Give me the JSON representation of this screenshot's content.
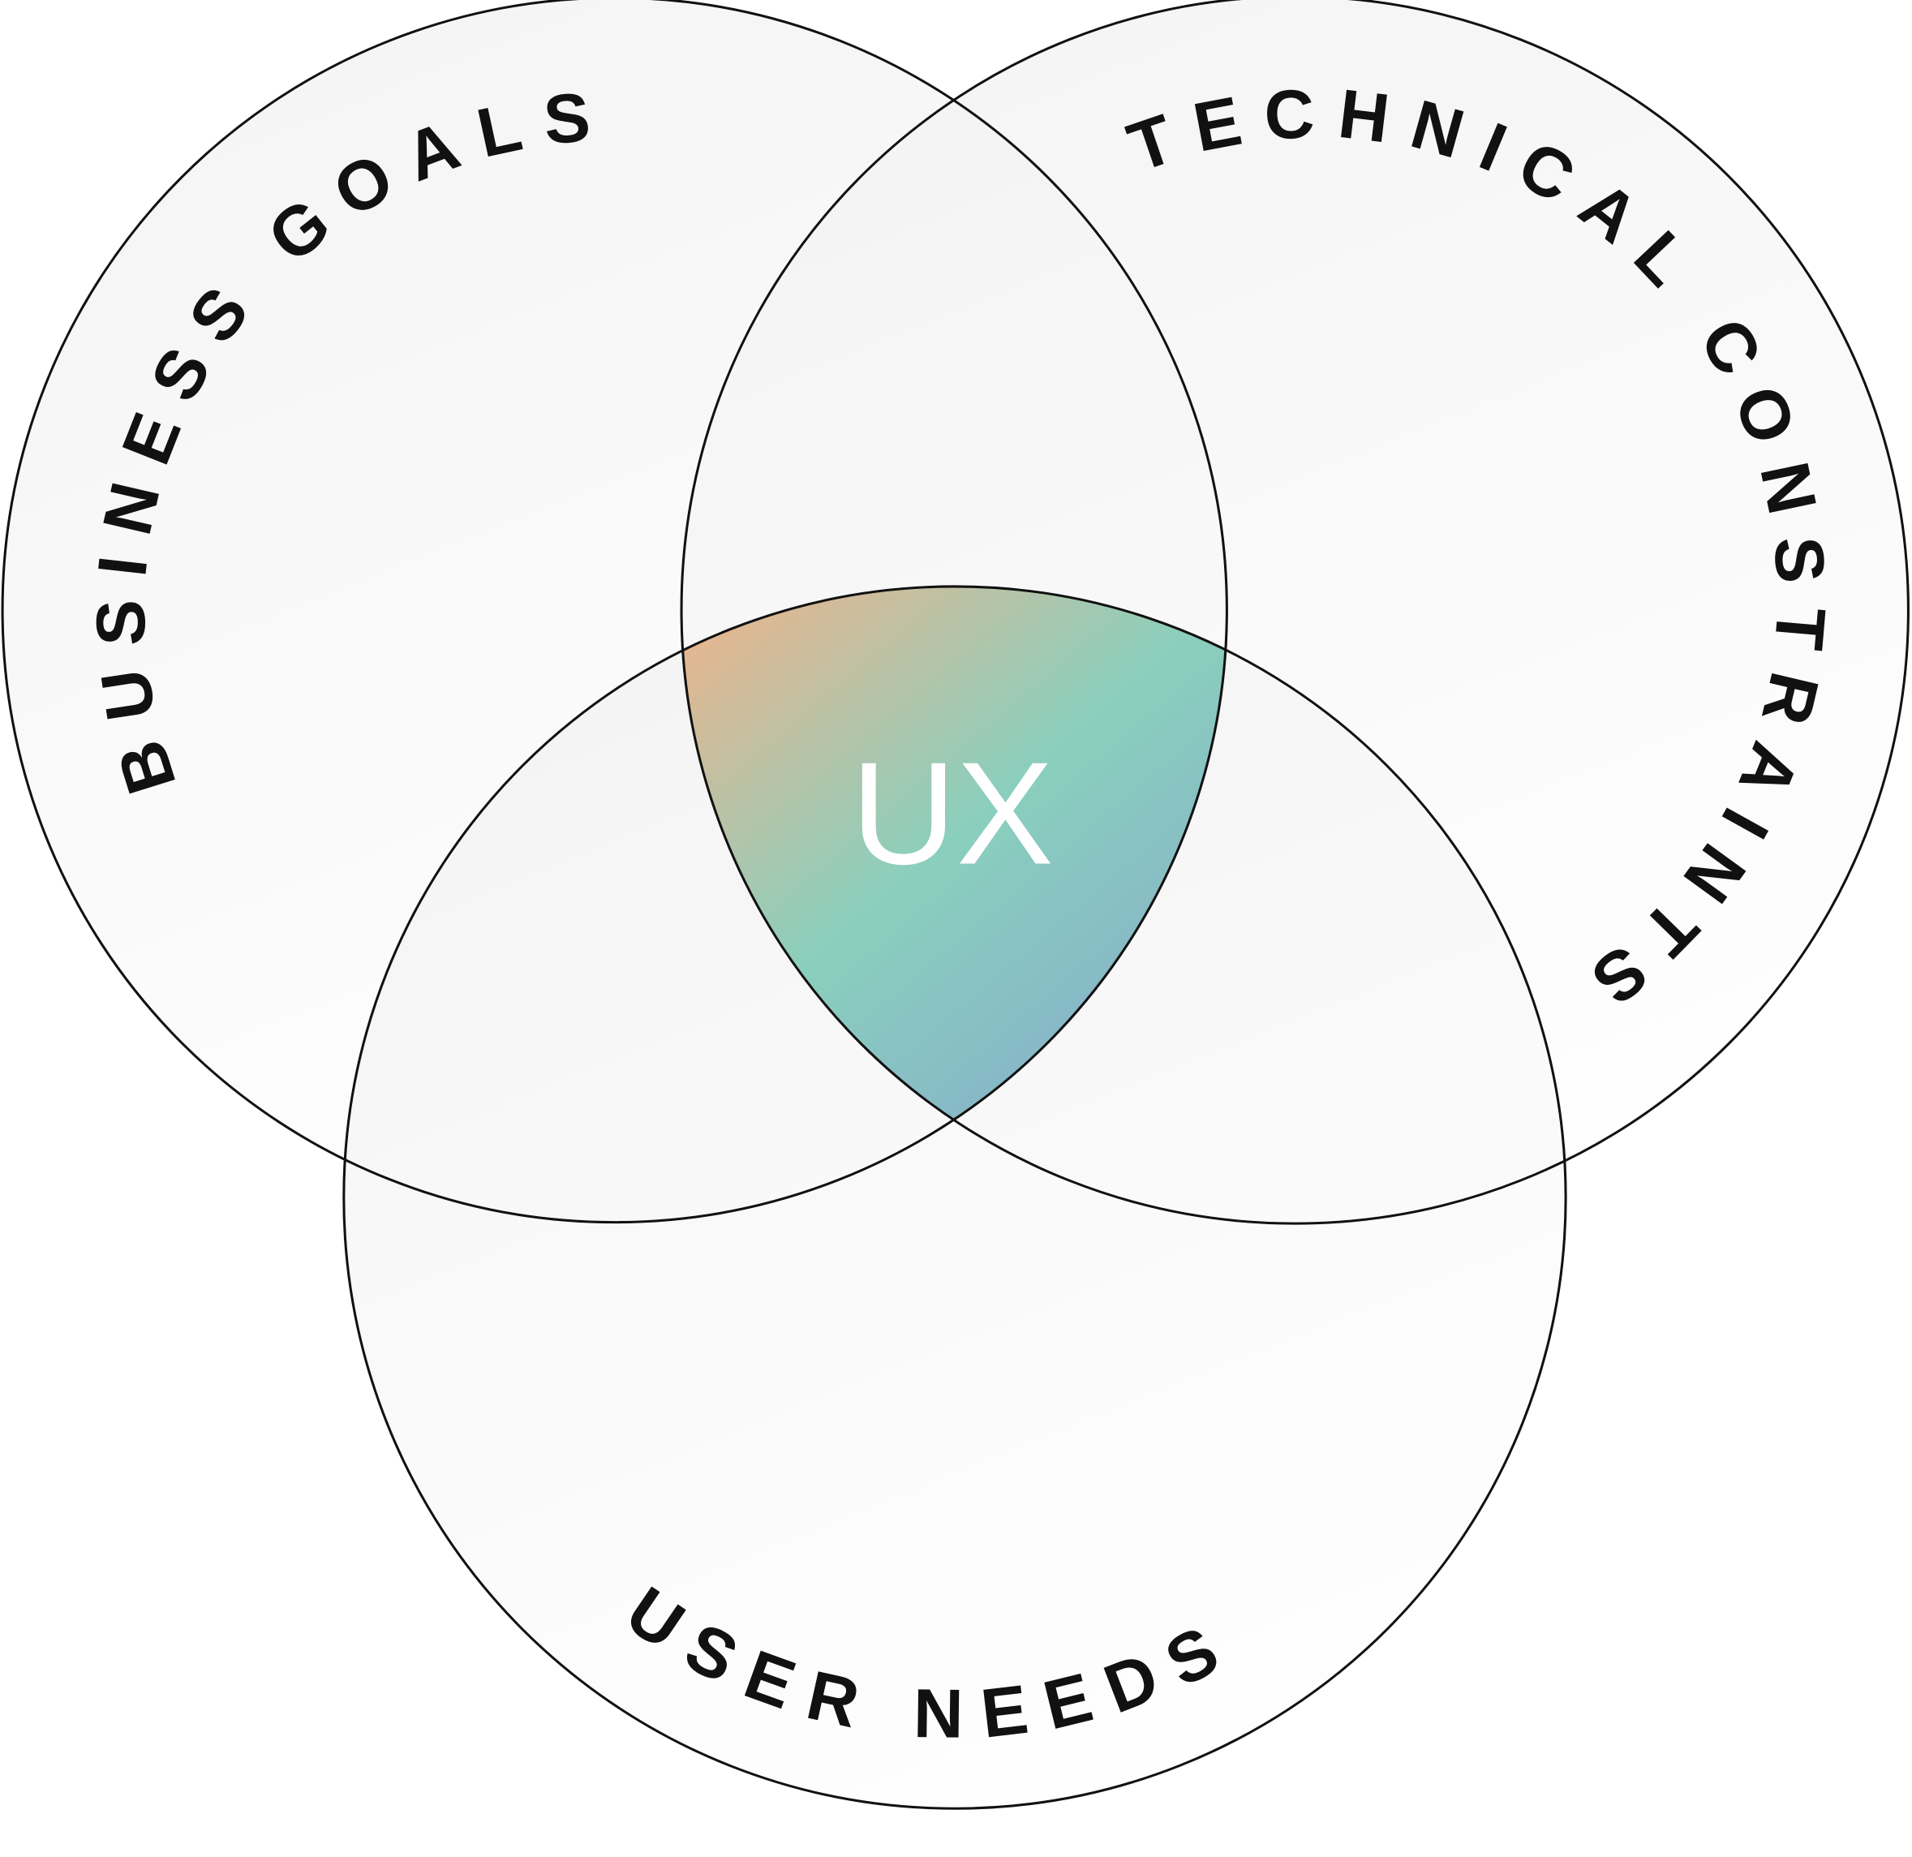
{
  "diagram": {
    "type": "venn",
    "sets": [
      {
        "name": "business",
        "label": "BUSINESS GOALS"
      },
      {
        "name": "technical",
        "label": "TECHNICAL CONSTRAINTS"
      },
      {
        "name": "user",
        "label": "USER NEEDS"
      }
    ],
    "intersection": {
      "label": "UX"
    },
    "colors": {
      "stroke": "#111111",
      "circle_fill_top": "#f1f1f1",
      "circle_fill_bottom": "#fdfdfd",
      "gradient_start": "#E9B58E",
      "gradient_mid": "#8ACFBD",
      "gradient_end": "#86B3C9"
    }
  }
}
